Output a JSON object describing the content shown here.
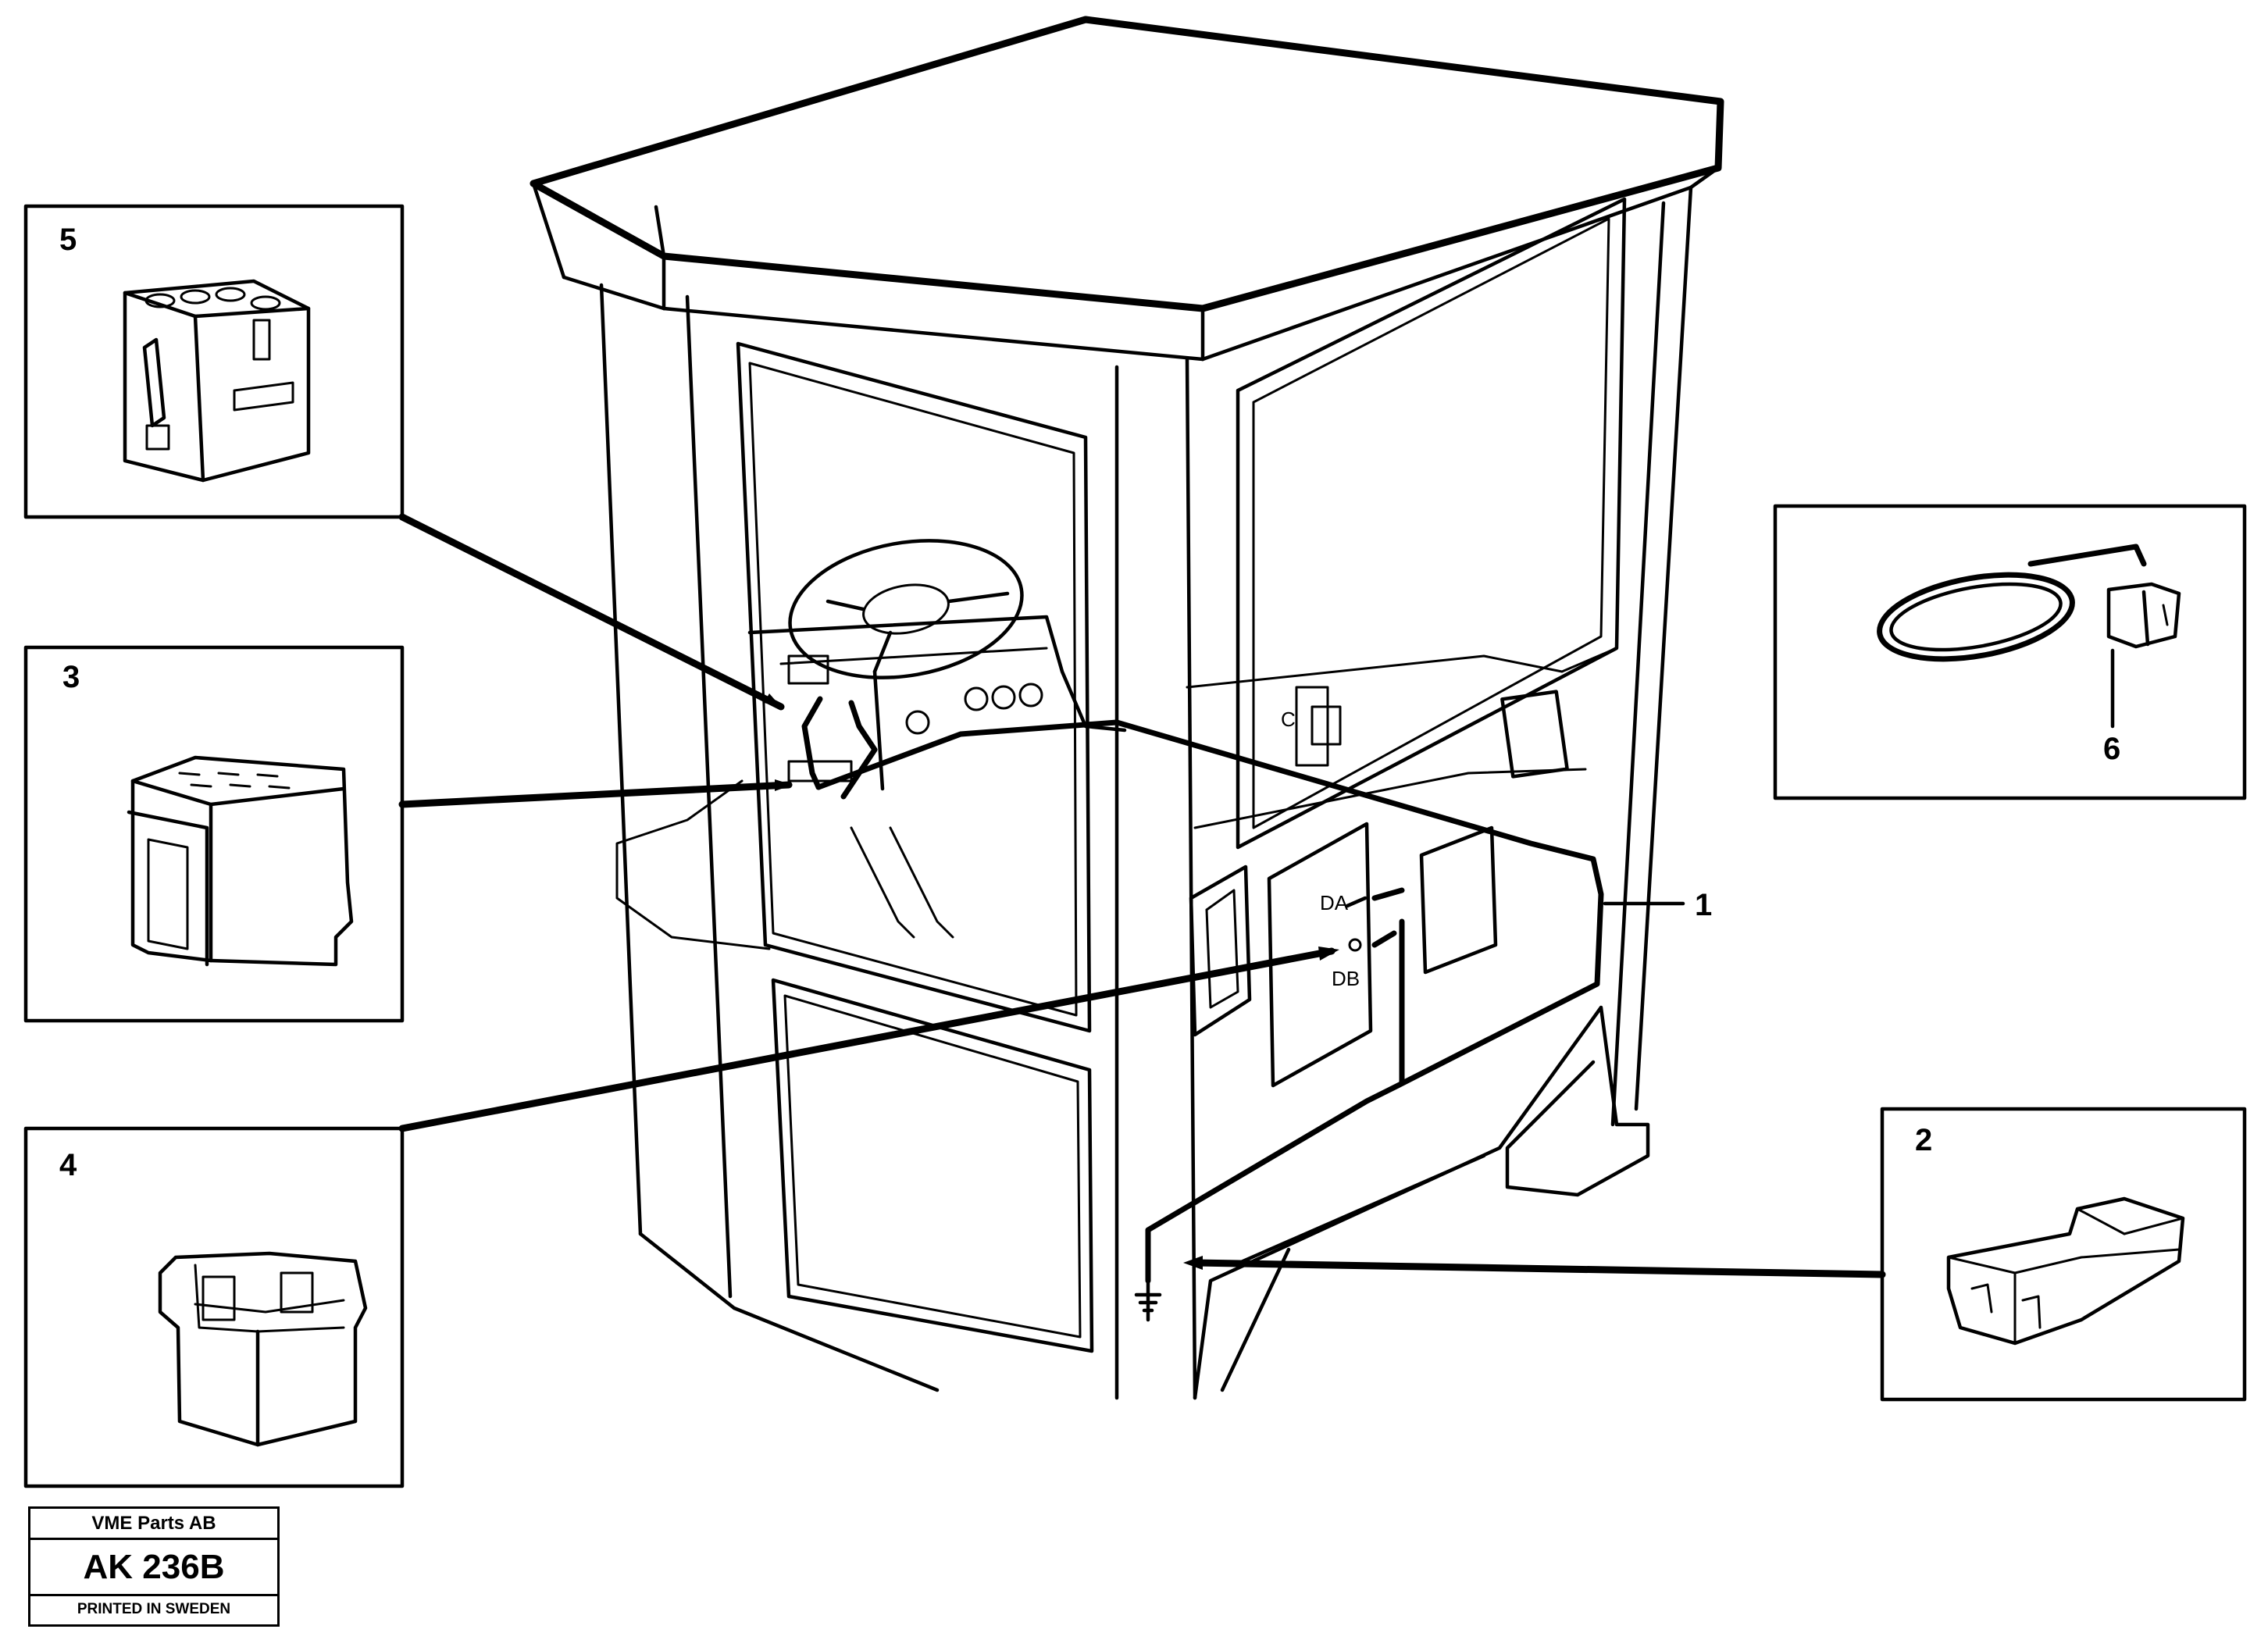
{
  "callouts": [
    {
      "number": "5",
      "part": "relay-socket-with-latch"
    },
    {
      "number": "3",
      "part": "relay-socket"
    },
    {
      "number": "4",
      "part": "relay-holder"
    },
    {
      "number": "6",
      "part": "cable-tie"
    },
    {
      "number": "1",
      "part": "cable-harness"
    },
    {
      "number": "2",
      "part": "connector-housing"
    }
  ],
  "panel_marks": {
    "a": "DA",
    "b": "DB",
    "c": "C"
  },
  "title_block": {
    "company": "VME Parts AB",
    "code": "AK 236B",
    "printed": "PRINTED IN SWEDEN"
  },
  "colors": {
    "line": "#000000",
    "background": "#ffffff"
  }
}
